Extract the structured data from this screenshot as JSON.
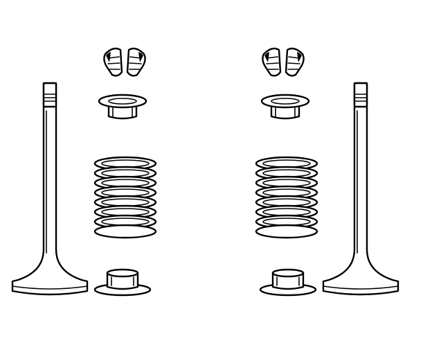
{
  "figure": {
    "description_text": "",
    "line_color": "#000000",
    "background_color": "#ffffff",
    "assemblies": [
      {
        "side": "left",
        "parts": [
          "valve",
          "valve-keepers",
          "spring-retainer",
          "valve-spring",
          "valve-seal"
        ]
      },
      {
        "side": "right",
        "parts": [
          "valve",
          "valve-keepers",
          "spring-retainer",
          "valve-spring",
          "valve-seal"
        ]
      }
    ]
  }
}
